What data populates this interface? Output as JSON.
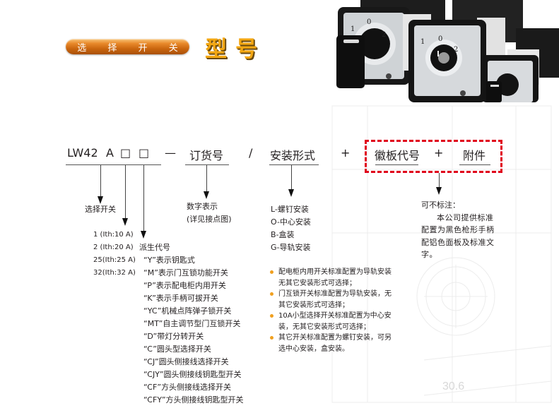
{
  "header": {
    "category_label": "选 择 开 关",
    "title": "型号"
  },
  "product_photo": {
    "description": "three rotary selector switches",
    "dial_labels": [
      "1",
      "0",
      "2"
    ]
  },
  "formula": {
    "model_prefix": "LW42",
    "letter": "A",
    "box1": "□",
    "box2": "□",
    "dash": "—",
    "order_no": "订货号",
    "slash": "/",
    "mounting": "安装形式",
    "plus1": "+",
    "badge_code": "徽板代号",
    "plus2": "+",
    "accessory": "附件"
  },
  "branches": {
    "select_switch": {
      "label": "选择开关",
      "ratings": [
        "1 (Ith:10 A)",
        "2 (Ith:20 A)",
        "25(Ith:25 A)",
        "32(Ith:32 A)"
      ]
    },
    "derivative": {
      "label": "派生代号",
      "items": [
        "“Y”表示钥匙式",
        "“M”表示门互锁功能开关",
        "“P”表示配电柜内用开关",
        "“K”表示手柄可拔开关",
        "“YC”机械点阵弹子锁开关",
        "“MT”自主调节型门互锁开关",
        "“D”带灯分转开关",
        "“C”圆头型选择开关",
        "“CJ”圆头侧接线选择开关",
        "“CJY”圆头侧接线钥匙型开关",
        "“CF”方头侧接线选择开关",
        "“CFY”方头侧接线钥匙型开关"
      ]
    },
    "order_number": {
      "line1": "数字表示",
      "line2": "(详见接点图)"
    },
    "mounting": {
      "options": [
        "L-螺钉安装",
        "O-中心安装",
        "B-盒装",
        "G-导轨安装"
      ],
      "notes": [
        "配电柜内用开关标准配置为导轨安装无其它安装形式可选择；",
        "门互锁开关标准配置为导轨安装，无其它安装形式可选择；",
        "10A小型选择开关标准配置为中心安装，无其它安装形式可选择；",
        "其它开关标准配置为螺钉安装，可另选中心安装，盒安装。"
      ]
    },
    "optional": {
      "title": "可不标注：",
      "body": "本公司提供标准配置为黑色枪形手柄配铝色面板及标准文字。"
    }
  },
  "background_drawing": {
    "dimension_label": "30.6"
  },
  "colors": {
    "accent_orange": "#f3a712",
    "pill_orange": "#d5701a",
    "dashed_red": "#e0001b",
    "bullet": "#f0a020"
  }
}
